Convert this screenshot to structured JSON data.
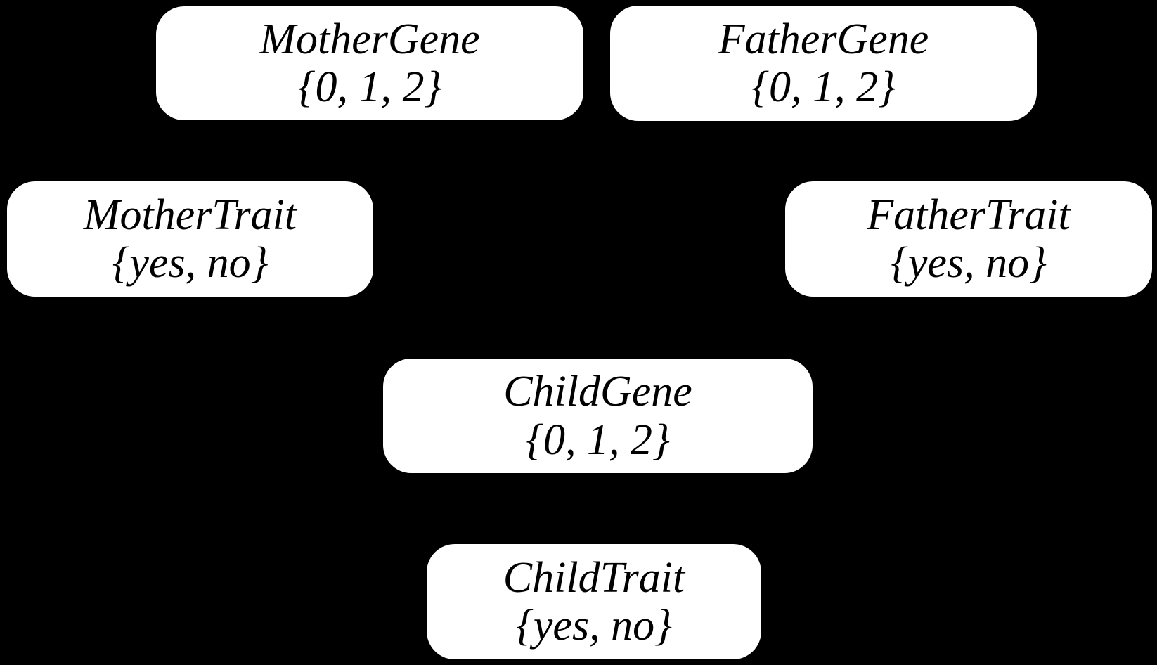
{
  "theme": {
    "bg": "#000000",
    "node-fill": "#ffffff",
    "node-text": "#000000"
  },
  "diagram": {
    "nodes": [
      {
        "id": "mother-gene",
        "label": "MotherGene",
        "values": "{0, 1, 2}"
      },
      {
        "id": "father-gene",
        "label": "FatherGene",
        "values": "{0, 1, 2}"
      },
      {
        "id": "mother-trait",
        "label": "MotherTrait",
        "values": "{yes, no}"
      },
      {
        "id": "father-trait",
        "label": "FatherTrait",
        "values": "{yes, no}"
      },
      {
        "id": "child-gene",
        "label": "ChildGene",
        "values": "{0, 1, 2}"
      },
      {
        "id": "child-trait",
        "label": "ChildTrait",
        "values": "{yes, no}"
      }
    ]
  }
}
